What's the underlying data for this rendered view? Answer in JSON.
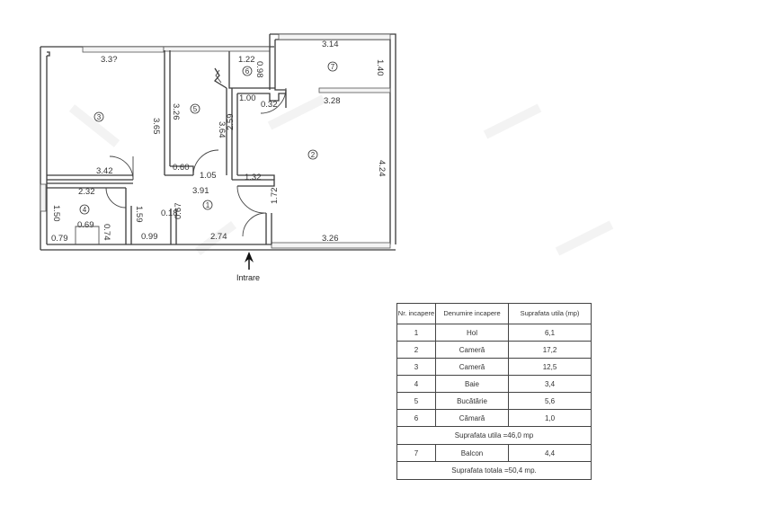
{
  "floor_plan": {
    "entry_label": "Intrare",
    "rooms": [
      {
        "id": "1",
        "label": "1"
      },
      {
        "id": "2",
        "label": "2"
      },
      {
        "id": "3",
        "label": "3"
      },
      {
        "id": "4",
        "label": "4"
      },
      {
        "id": "5",
        "label": "5"
      },
      {
        "id": "6",
        "label": "6"
      },
      {
        "id": "7",
        "label": "7"
      }
    ],
    "dimensions": {
      "room3_top": "3.3?",
      "room3_height": "3.65",
      "room3_bottom": "3.42",
      "kitchen_left": "3.26",
      "kitchen_right": "3.64",
      "kitchen_bottom_left": "0.60",
      "kitchen_bottom_door": "1.05",
      "pantry_width": "1.22",
      "pantry_height": "0.98",
      "room2_top_left": "1.00",
      "room2_notch": "0.32",
      "room2_top_right": "3.28",
      "room2_left": "2.59",
      "room2_right": "4.24",
      "room2_ledge": "1.32",
      "room2_lower_left": "1.72",
      "room2_bottom": "3.26",
      "balcony_top": "3.14",
      "balcony_height": "1.40",
      "hall_width": "3.91",
      "bath_top": "2.32",
      "bath_left": "1.50",
      "bath_tub": "0.69",
      "bath_bottom_left": "0.79",
      "bath_tub_side": "0.74",
      "hall_left_side": "1.59",
      "hall_bottom_left": "0.99",
      "hall_niche": "0.18",
      "hall_niche_side": "0.67",
      "hall_bottom_right": "2.74"
    }
  },
  "table": {
    "headers": {
      "nr": "Nr. incapere",
      "name": "Denumire incapere",
      "area": "Suprafata utila (mp)"
    },
    "rows": [
      {
        "nr": "1",
        "name": "Hol",
        "area": "6,1"
      },
      {
        "nr": "2",
        "name": "Cameră",
        "area": "17,2"
      },
      {
        "nr": "3",
        "name": "Cameră",
        "area": "12,5"
      },
      {
        "nr": "4",
        "name": "Baie",
        "area": "3,4"
      },
      {
        "nr": "5",
        "name": "Bucătărie",
        "area": "5,6"
      },
      {
        "nr": "6",
        "name": "Cămară",
        "area": "1,0"
      }
    ],
    "subtotal": "Suprafata utila =46,0 mp",
    "balcony_row": {
      "nr": "7",
      "name": "Balcon",
      "area": "4,4"
    },
    "total": "Suprafata totala =50,4 mp."
  }
}
